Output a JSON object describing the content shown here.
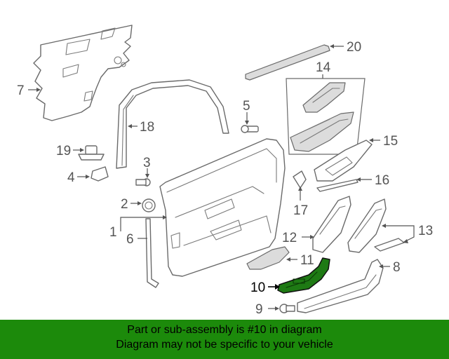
{
  "diagram": {
    "callouts": {
      "c1": "1",
      "c2": "2",
      "c3": "3",
      "c4": "4",
      "c5": "5",
      "c6": "6",
      "c7": "7",
      "c8": "8",
      "c9": "9",
      "c10": "10",
      "c11": "11",
      "c12": "12",
      "c13": "13",
      "c14": "14",
      "c15": "15",
      "c16": "16",
      "c17": "17",
      "c18": "18",
      "c19": "19",
      "c20": "20"
    },
    "highlighted_part": "10",
    "colors": {
      "highlight": "#1e7a14",
      "banner": "#1c8a0b",
      "line": "#6a6a6a"
    }
  },
  "banner": {
    "line1": "Part or sub-assembly is #10 in diagram",
    "line2": "Diagram may not be specific to your vehicle"
  }
}
